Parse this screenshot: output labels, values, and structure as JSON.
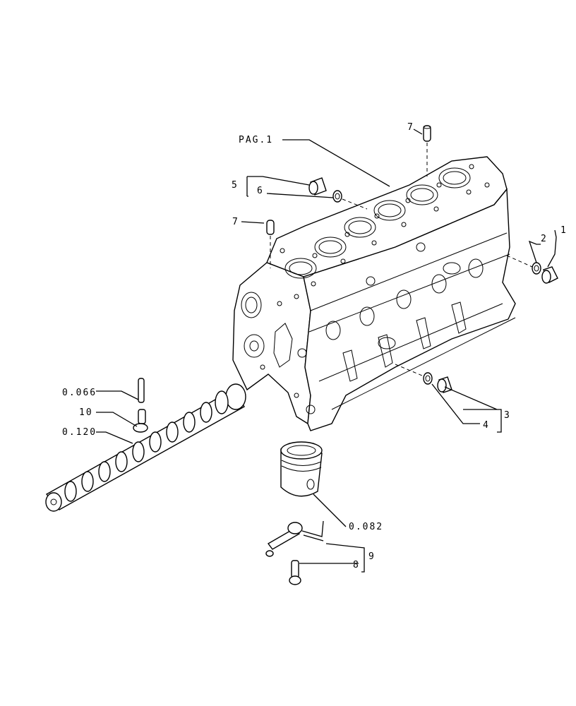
{
  "callouts": {
    "pag1": "PAG.1",
    "c7_top": "7",
    "c5": "5",
    "c6": "6",
    "c7_left": "7",
    "c2": "2",
    "c1": "1",
    "c3": "3",
    "c4": "4",
    "c0066": "0.066",
    "c10": "10",
    "c0120": "0.120",
    "c0082": "0.082",
    "c9": "9",
    "c8": "8"
  }
}
